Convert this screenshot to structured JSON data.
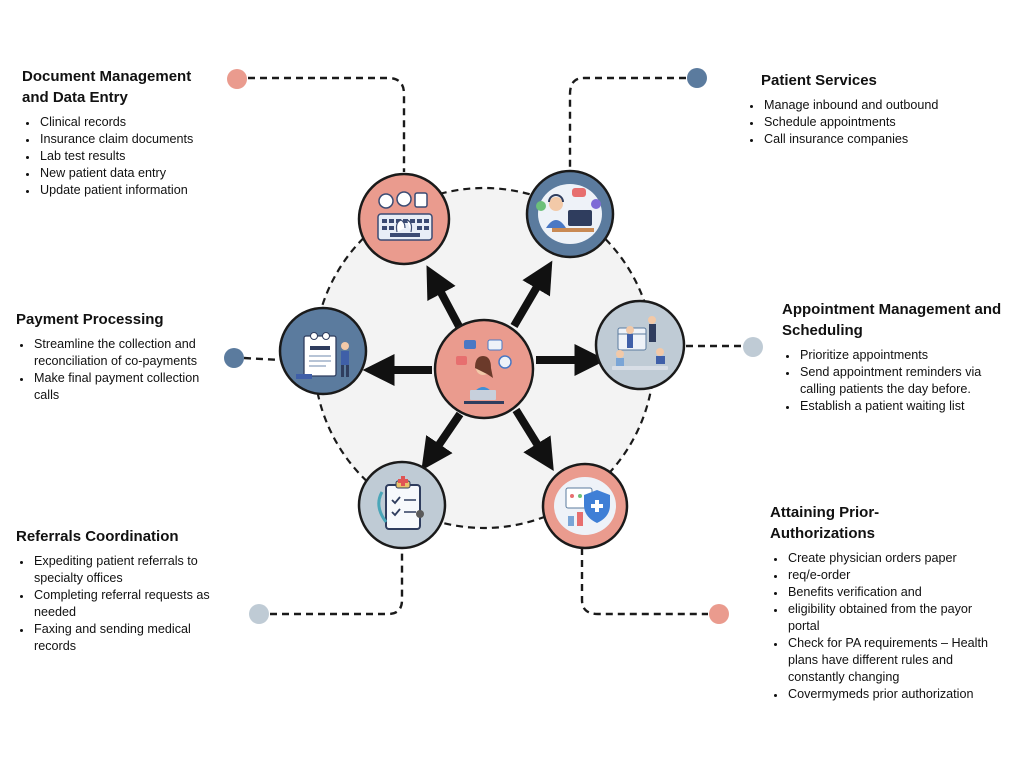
{
  "colors": {
    "salmon": "#ea9b8e",
    "steel": "#5b7b9e",
    "light": "#bfcbd5",
    "outline": "#1a1a1a",
    "ring_fill": "#f3f3f3"
  },
  "hub": {
    "icon": "support-agent-with-laptop"
  },
  "sections": [
    {
      "id": "document-management",
      "title": "Document Management and Data Entry",
      "icon": "keyboard-typing",
      "items": [
        "Clinical records",
        "Insurance claim documents",
        "Lab test results",
        "New patient data entry",
        "Update patient information"
      ]
    },
    {
      "id": "patient-services",
      "title": "Patient Services",
      "icon": "call-center-agent",
      "items": [
        "Manage inbound and outbound",
        "Schedule appointments",
        "Call insurance companies"
      ]
    },
    {
      "id": "payment-processing",
      "title": "Payment Processing",
      "icon": "payment-document",
      "items": [
        "Streamline the collection and reconciliation of co-payments",
        "Make final payment collection calls"
      ]
    },
    {
      "id": "appointment-management",
      "title": "Appointment Management and Scheduling",
      "icon": "team-calendar",
      "items": [
        "Prioritize appointments",
        "Send appointment reminders via calling patients the day before.",
        "Establish a patient waiting list"
      ]
    },
    {
      "id": "referrals-coordination",
      "title": "Referrals Coordination",
      "icon": "medical-clipboard",
      "items": [
        "Expediting patient referrals to specialty offices",
        "Completing referral requests as needed",
        "Faxing and sending medical records"
      ]
    },
    {
      "id": "prior-authorizations",
      "title": "Attaining Prior-Authorizations",
      "icon": "medical-shield",
      "items": [
        "Create physician orders paper",
        "req/e-order",
        "Benefits verification and",
        "eligibility obtained from the payor portal",
        "Check for PA requirements – Health plans have different rules and constantly changing",
        "Covermymeds prior authorization"
      ]
    }
  ]
}
